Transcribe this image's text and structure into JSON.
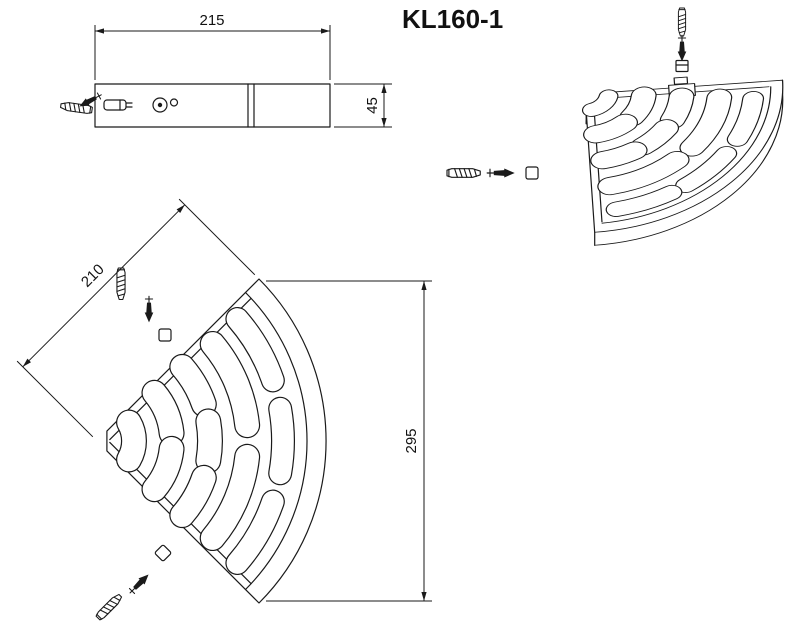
{
  "title": "KL160-1",
  "dimensions": {
    "bracket_width": "215",
    "bracket_height": "45",
    "shelf_edge": "210",
    "shelf_height": "295"
  },
  "icons": {
    "anchor": "wall-plug-anchor",
    "screw": "mounting-screw",
    "nut": "square-nut",
    "cap": "spacer-cap"
  },
  "colors": {
    "line": "#1a1a1a",
    "background": "#ffffff"
  }
}
